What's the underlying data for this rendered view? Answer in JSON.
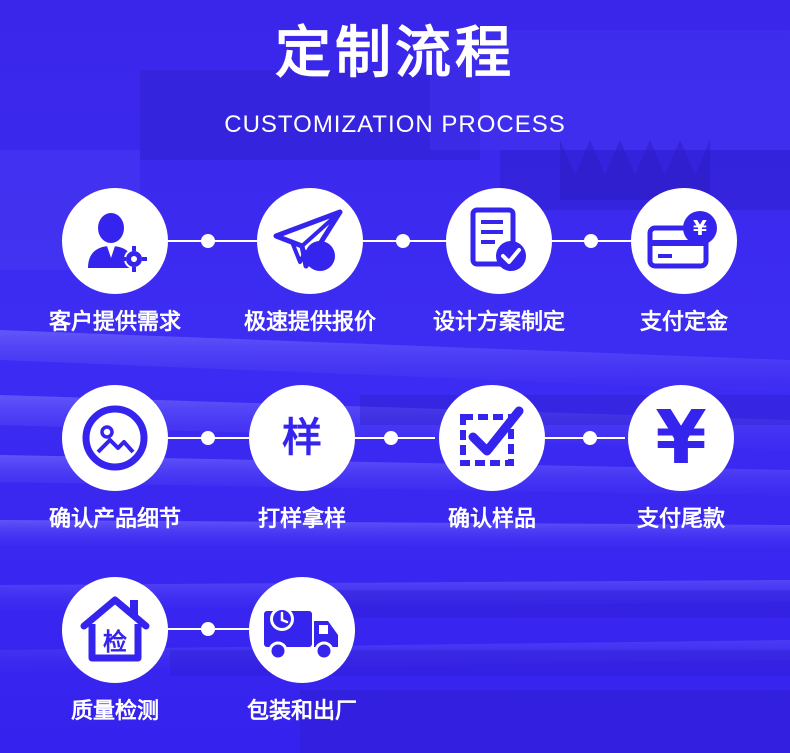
{
  "header": {
    "title": "定制流程",
    "subtitle": "CUSTOMIZATION PROCESS"
  },
  "steps": [
    {
      "label": "客户提供需求",
      "icon": "customer-gear-icon"
    },
    {
      "label": "极速提供报价",
      "icon": "paper-plane-icon"
    },
    {
      "label": "设计方案制定",
      "icon": "document-check-icon"
    },
    {
      "label": "支付定金",
      "icon": "card-yen-icon"
    },
    {
      "label": "确认产品细节",
      "icon": "image-frame-icon"
    },
    {
      "label": "打样拿样",
      "icon": "sample-character-icon",
      "glyph": "样"
    },
    {
      "label": "确认样品",
      "icon": "checkbox-icon"
    },
    {
      "label": "支付尾款",
      "icon": "yen-icon",
      "glyph": "¥"
    },
    {
      "label": "质量检测",
      "icon": "house-inspect-icon",
      "glyph": "检"
    },
    {
      "label": "包装和出厂",
      "icon": "delivery-truck-icon"
    }
  ],
  "colors": {
    "background": "#3a24ee",
    "accent": "#3524ee",
    "foreground": "#ffffff"
  }
}
